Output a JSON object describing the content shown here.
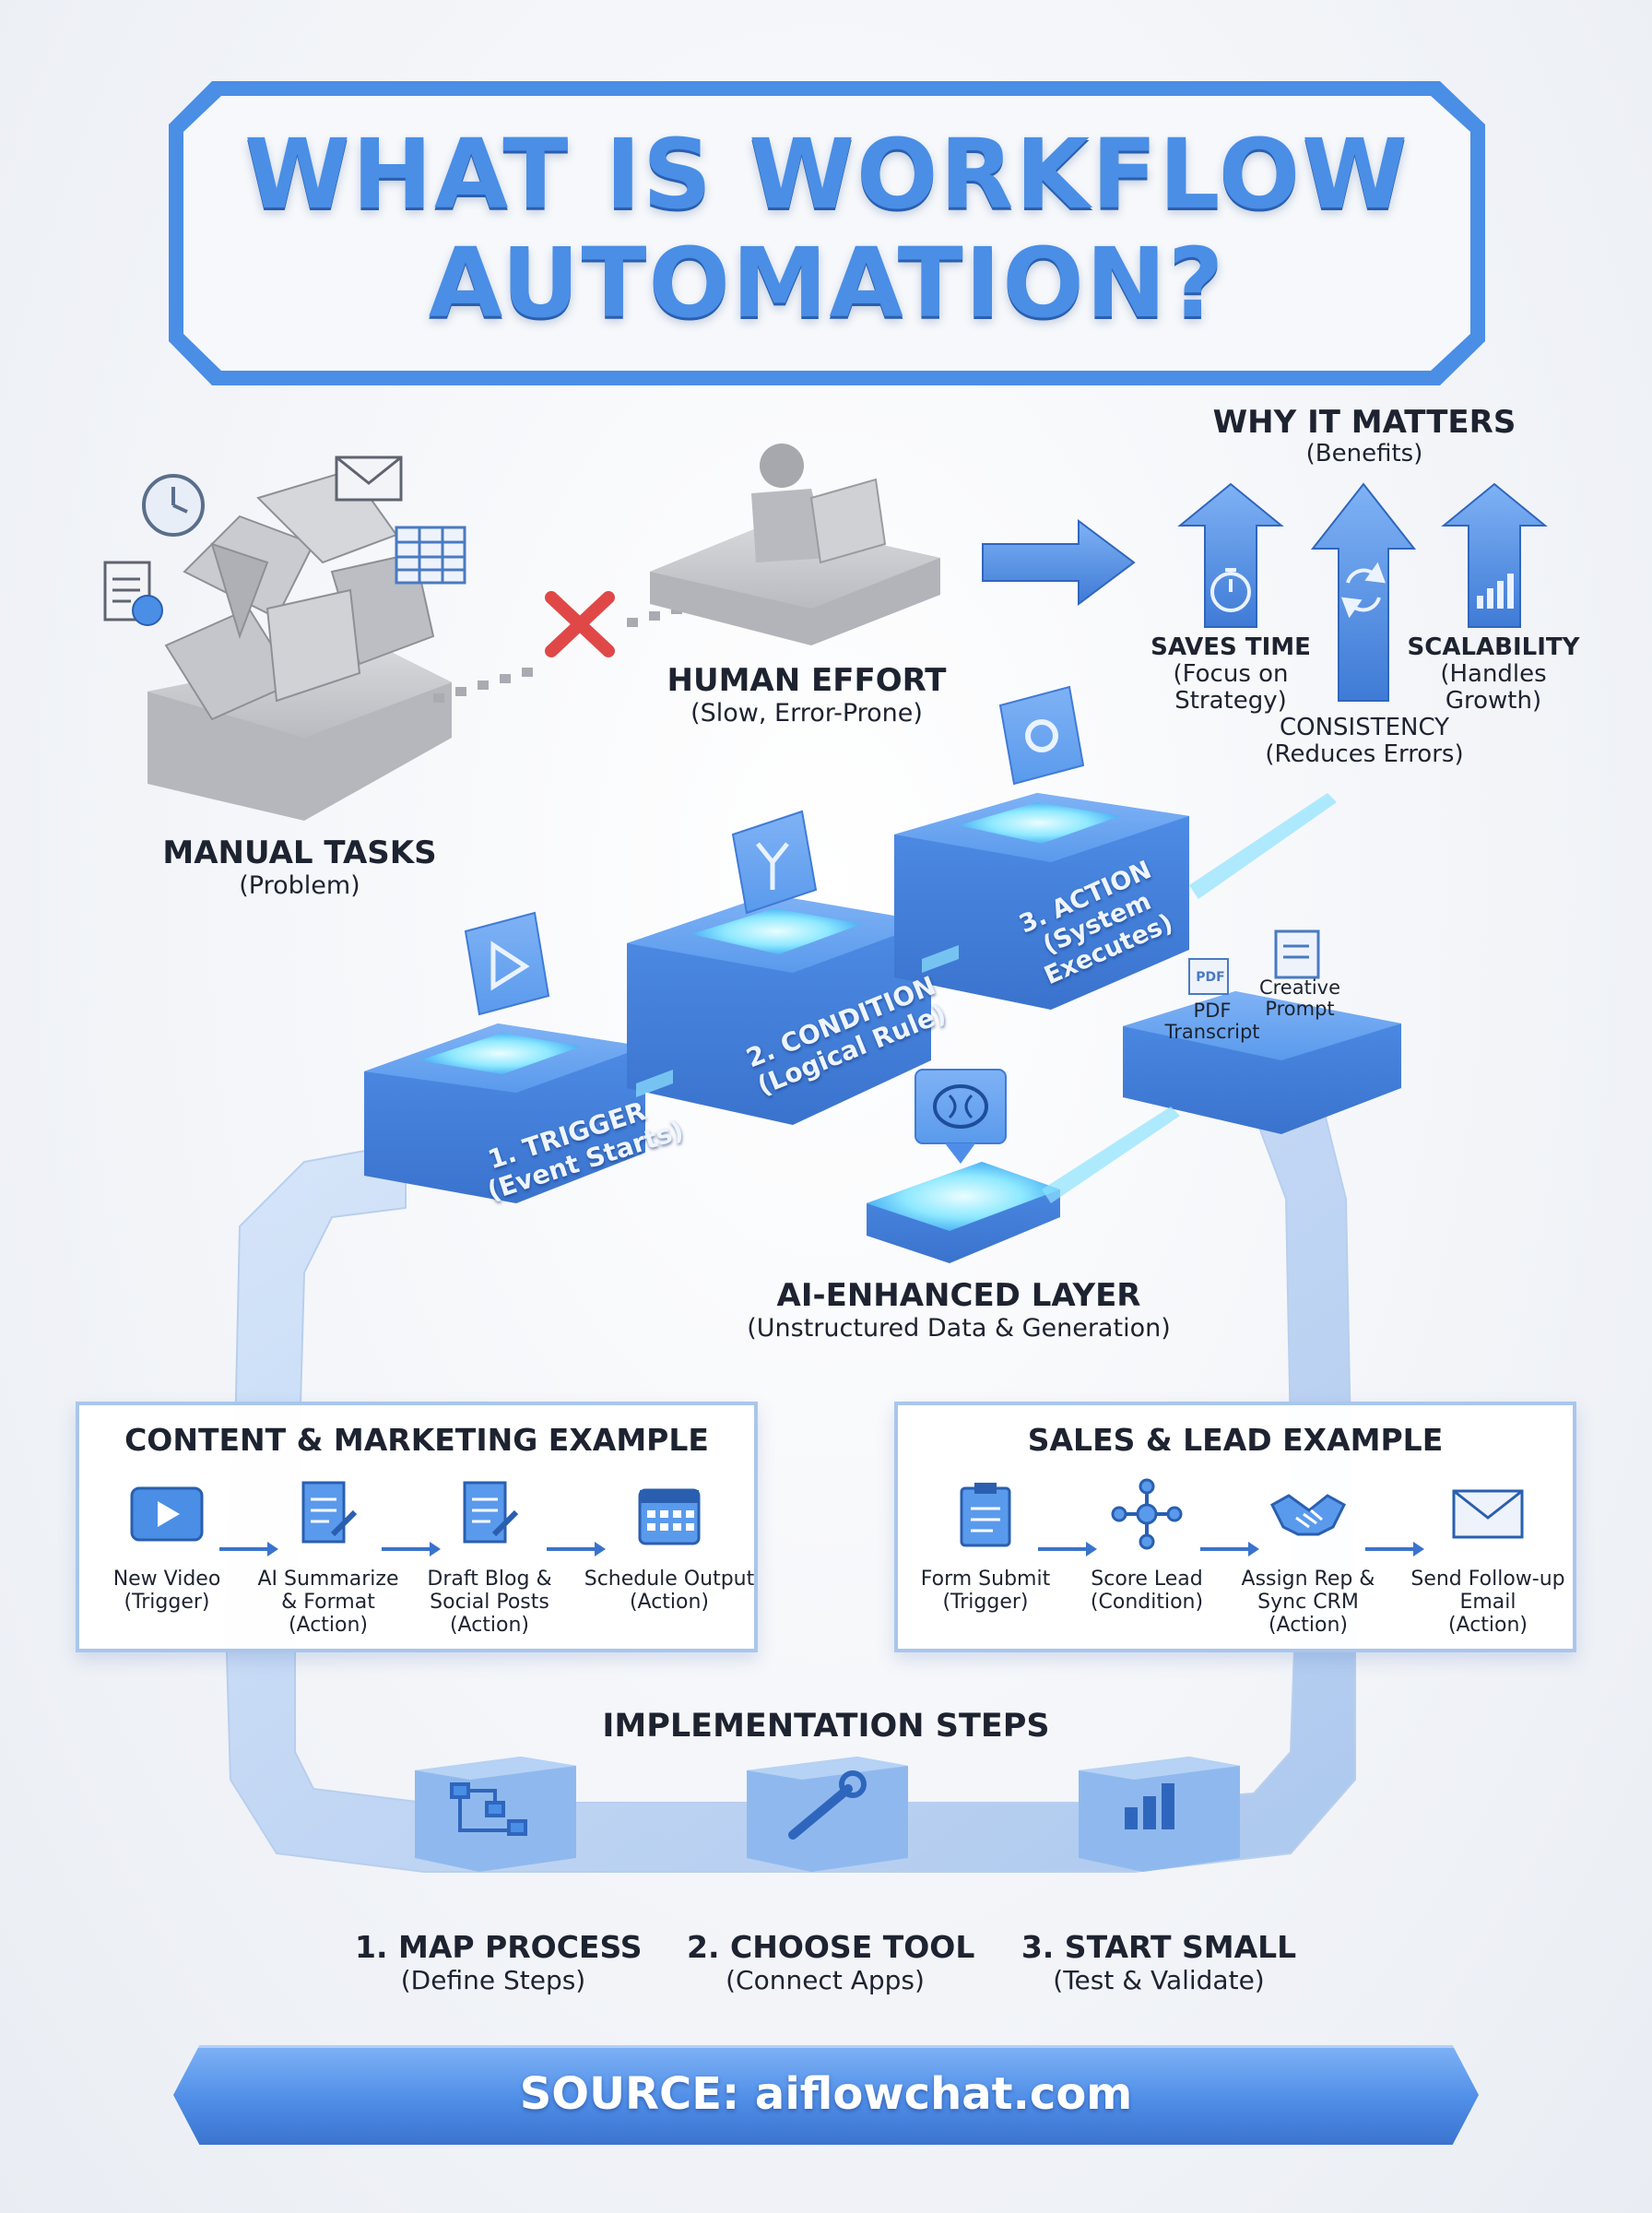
{
  "title": {
    "line1": "WHAT IS WORKFLOW",
    "line2": "AUTOMATION?"
  },
  "manual": {
    "label": "MANUAL TASKS",
    "sub": "(Problem)"
  },
  "human": {
    "label": "HUMAN EFFORT",
    "sub": "(Slow, Error-Prone)"
  },
  "why": {
    "title": "WHY IT MATTERS",
    "sub": "(Benefits)",
    "benefits": [
      {
        "line1": "SAVES TIME",
        "line2": "(Focus on",
        "line3": "Strategy)",
        "icon": "stopwatch-icon"
      },
      {
        "line1": "CONSISTENCY",
        "line2": "(Reduces Errors)",
        "icon": "refresh-icon"
      },
      {
        "line1": "SCALABILITY",
        "line2": "(Handles",
        "line3": "Growth)",
        "icon": "growth-chart-icon"
      }
    ]
  },
  "flow": {
    "trigger": {
      "line1": "1. TRIGGER",
      "line2": "(Event Starts)",
      "icon": "play-icon"
    },
    "condition": {
      "line1": "2. CONDITION",
      "line2": "(Logical Rule)",
      "icon": "branch-icon"
    },
    "action": {
      "line1": "3. ACTION",
      "line2": "(System",
      "line3": "Executes)",
      "icon": "gear-icon"
    },
    "ai_outputs": [
      {
        "badge": "PDF",
        "line1": "PDF",
        "line2": "Transcript"
      },
      {
        "line1": "Creative",
        "line2": "Prompt"
      }
    ]
  },
  "ai_layer": {
    "label": "AI-ENHANCED LAYER",
    "sub": "(Unstructured Data & Generation)",
    "icon": "brain-icon"
  },
  "content_example": {
    "title": "CONTENT & MARKETING EXAMPLE",
    "steps": [
      {
        "line1": "New Video",
        "line2": "(Trigger)",
        "icon": "video-play-icon"
      },
      {
        "line1": "AI Summarize",
        "line2": "& Format",
        "line3": "(Action)",
        "icon": "document-edit-icon"
      },
      {
        "line1": "Draft Blog &",
        "line2": "Social Posts",
        "line3": "(Action)",
        "icon": "draft-edit-icon"
      },
      {
        "line1": "Schedule Output",
        "line2": "(Action)",
        "icon": "calendar-icon"
      }
    ]
  },
  "sales_example": {
    "title": "SALES & LEAD EXAMPLE",
    "steps": [
      {
        "line1": "Form Submit",
        "line2": "(Trigger)",
        "icon": "clipboard-icon"
      },
      {
        "line1": "Score Lead",
        "line2": "(Condition)",
        "icon": "network-icon"
      },
      {
        "line1": "Assign Rep &",
        "line2": "Sync CRM",
        "line3": "(Action)",
        "icon": "handshake-icon"
      },
      {
        "line1": "Send Follow-up",
        "line2": "Email",
        "line3": "(Action)",
        "icon": "envelope-icon"
      }
    ]
  },
  "implementation": {
    "title": "IMPLEMENTATION STEPS",
    "steps": [
      {
        "label": "1. MAP PROCESS",
        "sub": "(Define Steps)",
        "icon": "process-map-icon"
      },
      {
        "label": "2. CHOOSE TOOL",
        "sub": "(Connect Apps)",
        "icon": "wrench-icon"
      },
      {
        "label": "3. START SMALL",
        "sub": "(Test & Validate)",
        "icon": "bar-chart-icon"
      }
    ]
  },
  "source": "SOURCE: aiflowchat.com",
  "colors": {
    "primary": "#4a8ee6",
    "dark": "#2a5fb0",
    "light": "#c9dcf5",
    "glow": "#9ff0ff",
    "error": "#e04848",
    "gray": "#a9abb0"
  }
}
